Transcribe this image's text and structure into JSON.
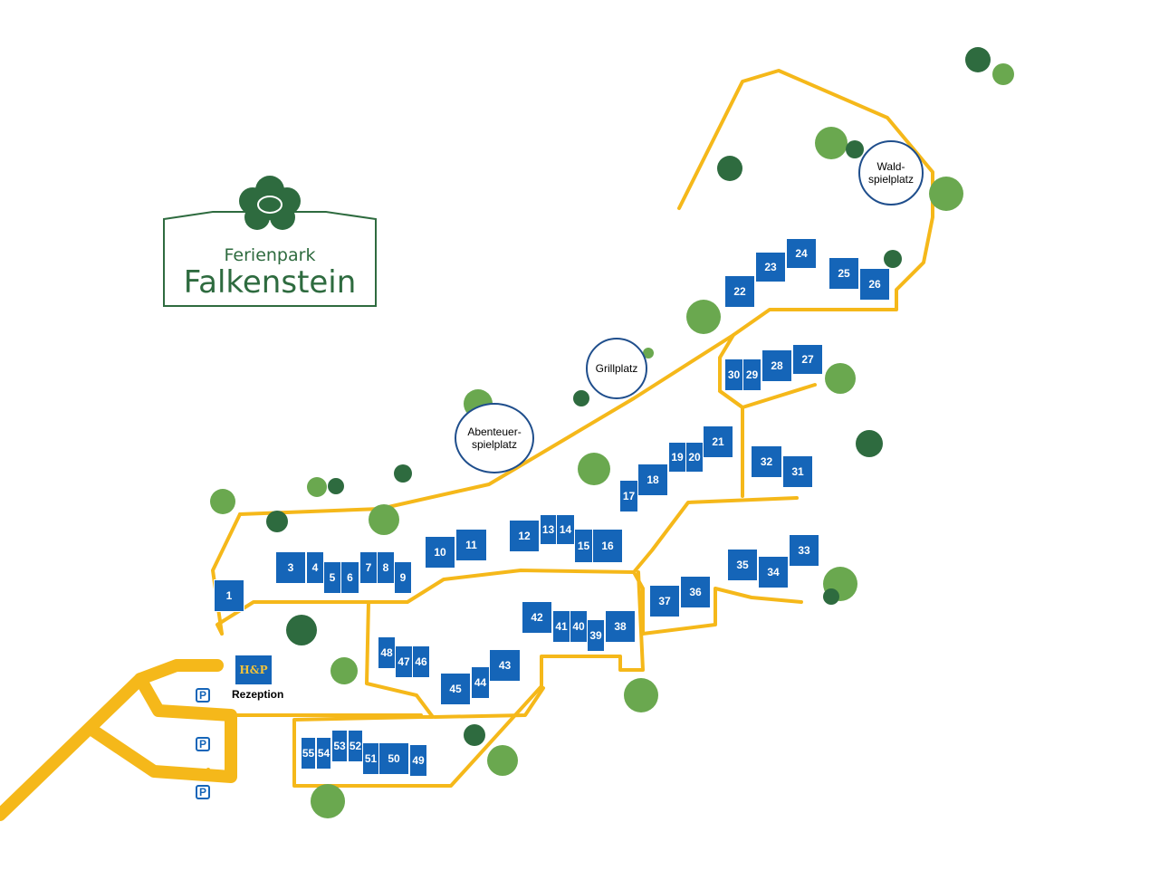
{
  "brand": {
    "line1": "Ferienpark",
    "line2": "Falkenstein"
  },
  "colors": {
    "road": "#f5b81a",
    "unit": "#1565b8",
    "tree_dark": "#2e6b3f",
    "tree_light": "#6aa84f",
    "brand": "#2e6b3f"
  },
  "reception": {
    "logo": "H&P",
    "label": "Rezeption"
  },
  "parking": [
    "P",
    "P",
    "P"
  ],
  "pois": {
    "grill": "Grillplatz",
    "adventure": "Abenteuer-\nspielplatz",
    "forest": "Wald-\nspielplatz"
  },
  "units": [
    "1",
    "3",
    "4",
    "5",
    "6",
    "7",
    "8",
    "9",
    "10",
    "11",
    "12",
    "13",
    "14",
    "15",
    "16",
    "17",
    "18",
    "19",
    "20",
    "21",
    "22",
    "23",
    "24",
    "25",
    "26",
    "27",
    "28",
    "29",
    "30",
    "31",
    "32",
    "33",
    "34",
    "35",
    "36",
    "37",
    "38",
    "39",
    "40",
    "41",
    "42",
    "43",
    "44",
    "45",
    "46",
    "47",
    "48",
    "49",
    "50",
    "51",
    "52",
    "53",
    "54",
    "55"
  ]
}
